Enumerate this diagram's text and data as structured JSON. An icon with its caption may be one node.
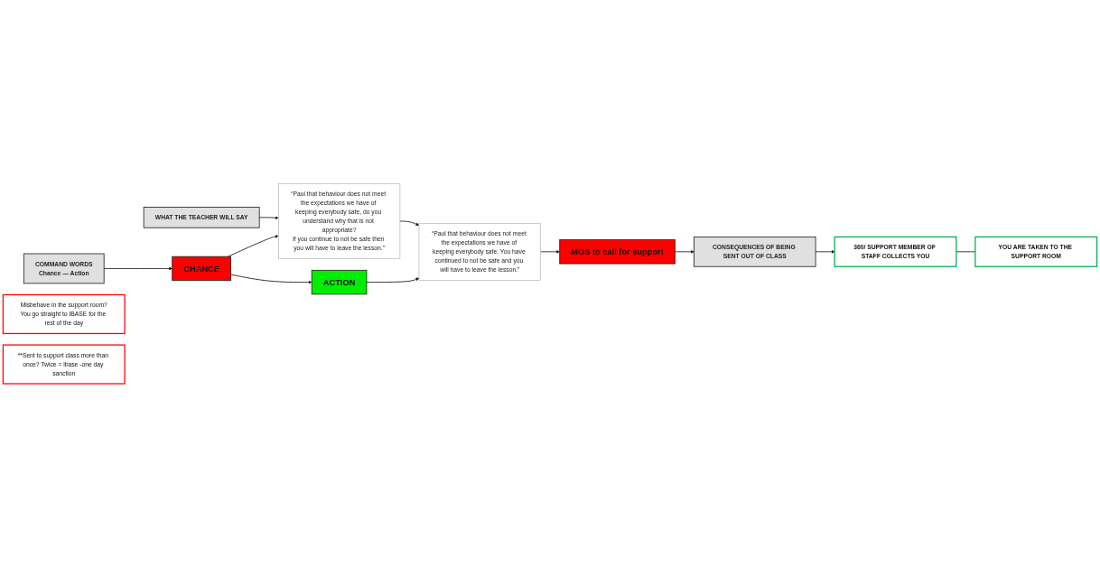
{
  "diagram": {
    "nodes": [
      {
        "text": [
          "COMMAND WORDS",
          "Chance — Action"
        ]
      },
      {
        "text": [
          "WHAT THE TEACHER WILL SAY"
        ]
      },
      {
        "text": [
          "CONSEQUENCES OF BEING SENT OUT OF CLASS"
        ]
      },
      {
        "text": [
          "CHANCE"
        ]
      },
      {
        "text": [
          "“Paul that behaviour does not meet the expectations we have of keeping everybody safe, do you understand why that is not appropriate?",
          "If you continue to not be safe then you will have to leave the lesson.”"
        ]
      },
      {
        "text": [
          "360/ SUPPORT MEMBER OF STAFF COLLECTS YOU"
        ]
      },
      {
        "text": [
          "YOU ARE TAKEN TO THE SUPPORT ROOM"
        ]
      },
      {
        "text": [
          "Misbehave in the support room?",
          "You go straight to IBASE for the rest of the day"
        ]
      },
      {
        "text": [
          "ACTION"
        ]
      },
      {
        "text": [
          "“Paul that behaviour does not meet the expectations we have of keeping everybody safe. You have continued to not be safe and you will have to leave the lesson.”"
        ]
      },
      {
        "text": [
          "**Sent to support class more than once? Twice = ibase -one day sanction"
        ]
      },
      {
        "text": [
          "MOS to call for support"
        ]
      }
    ],
    "edges": [
      {
        "from": 0,
        "to": 3,
        "arrow": "to"
      },
      {
        "from": 1,
        "to": 4,
        "arrow": "to"
      },
      {
        "from": 3,
        "to": 4,
        "arrow": "to"
      },
      {
        "from": 3,
        "to": 8,
        "arrow": "to"
      },
      {
        "from": 8,
        "to": 9,
        "arrow": "to"
      },
      {
        "from": 4,
        "to": 9,
        "arrow": "to"
      },
      {
        "from": 9,
        "to": 11,
        "arrow": "to"
      },
      {
        "from": 11,
        "to": 2,
        "arrow": "to"
      },
      {
        "from": 2,
        "to": 5,
        "arrow": "to"
      },
      {
        "from": 5,
        "to": 6,
        "arrow": "none"
      }
    ]
  }
}
